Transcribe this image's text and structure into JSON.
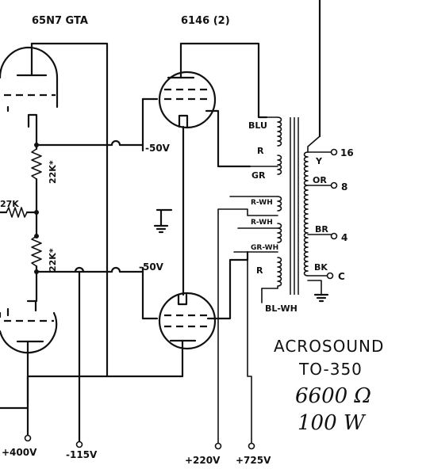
{
  "tubes": {
    "driver": "65N7 GTA",
    "output": "6146 (2)"
  },
  "bias": {
    "upper": "-50V",
    "lower": "-50V"
  },
  "resistors": {
    "r1": "27K",
    "r2": "22K*",
    "r3": "22K*"
  },
  "primary_leads": {
    "blu": "BLU",
    "r1": "R",
    "gr": "GR",
    "rwh1": "R-WH",
    "rwh2": "R-WH",
    "grwh": "GR-WH",
    "r2": "R",
    "blwh": "BL-WH"
  },
  "secondary_leads": {
    "y": "Y",
    "or": "OR",
    "br": "BR",
    "bk": "BK"
  },
  "outputs": {
    "o16": "16",
    "o8": "8",
    "o4": "4",
    "oc": "C"
  },
  "supplies": {
    "p400": "+400V",
    "n115": "-115V",
    "p220": "+220V",
    "p725": "+725V"
  },
  "transformer": {
    "brand": "ACROSOUND",
    "model": "TO-350",
    "impedance": "6600 Ω",
    "power": "100 W"
  }
}
